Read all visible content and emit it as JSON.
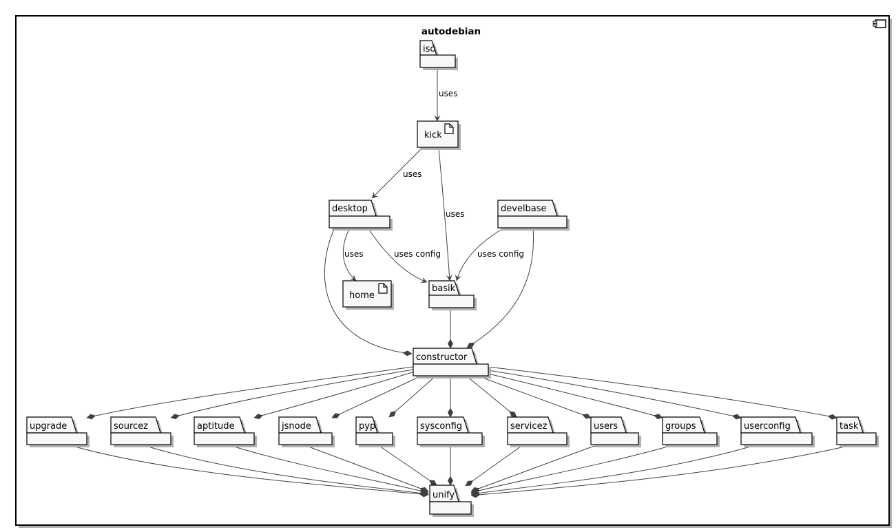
{
  "diagram": {
    "title": "autodebian",
    "packages": {
      "iso": "iso",
      "desktop": "desktop",
      "develbase": "develbase",
      "basik": "basik",
      "constructor": "constructor",
      "upgrade": "upgrade",
      "sourcez": "sourcez",
      "aptitude": "aptitude",
      "jsnode": "jsnode",
      "pyp": "pyp",
      "sysconfig": "sysconfig",
      "servicez": "servicez",
      "users": "users",
      "groups": "groups",
      "userconfig": "userconfig",
      "task": "task",
      "unify": "unify"
    },
    "artifacts": {
      "kick": "kick",
      "home": "home"
    },
    "edge_labels": {
      "iso_kick": "uses",
      "kick_desktop": "uses",
      "kick_basik": "uses",
      "desktop_home": "uses",
      "desktop_basik": "uses config",
      "develbase_basik": "uses config"
    },
    "icons": {
      "frame": "component-icon",
      "artifact": "document-icon"
    }
  }
}
